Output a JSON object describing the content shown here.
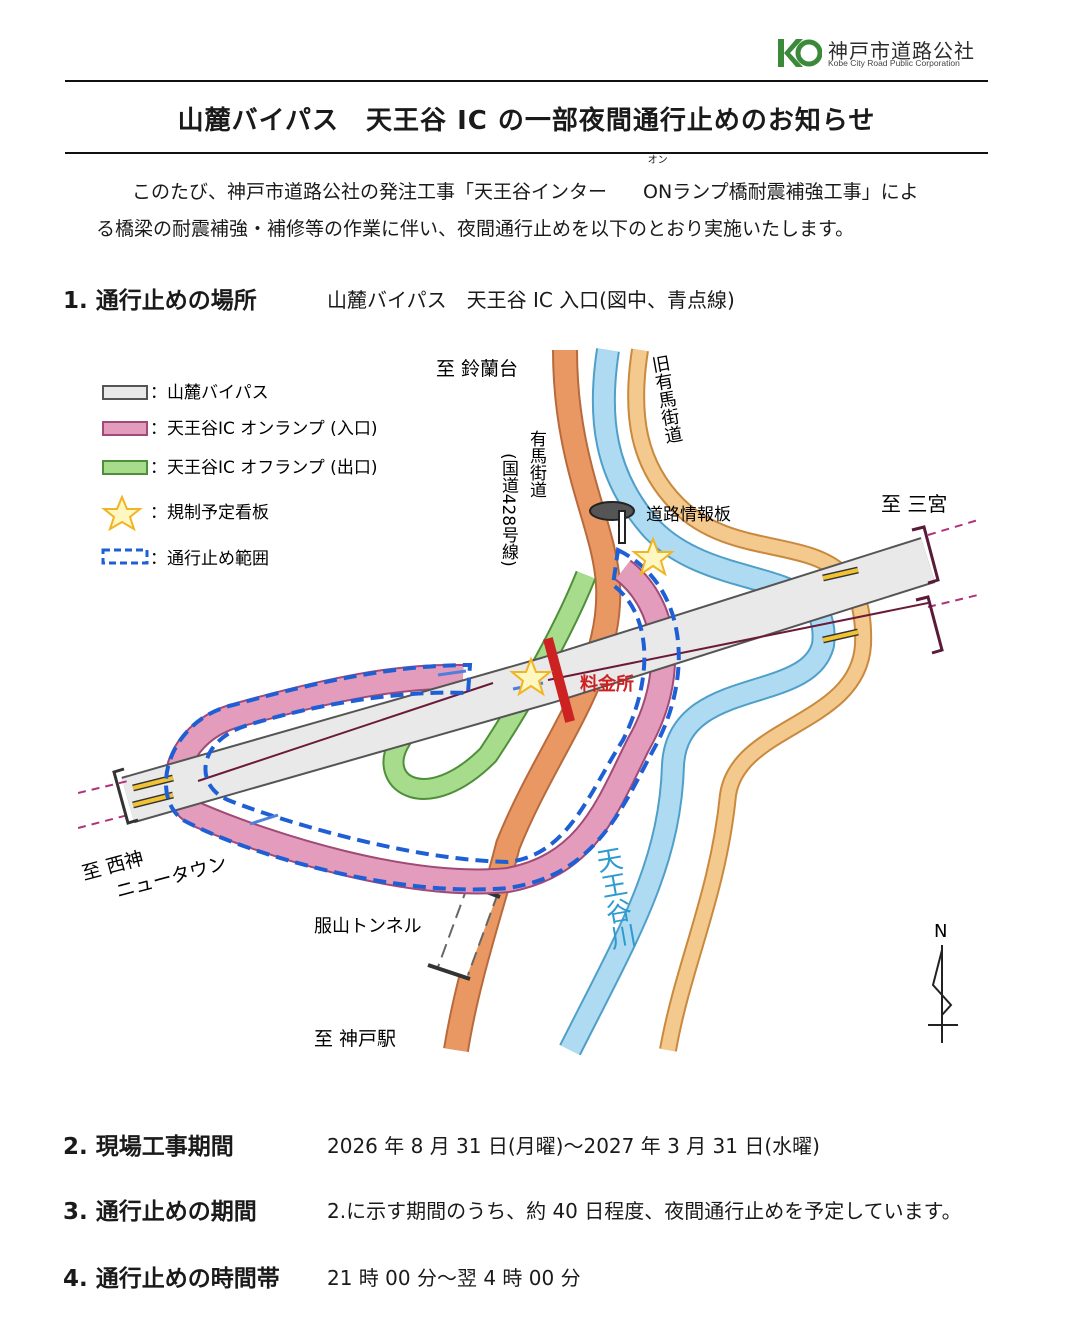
{
  "logo": {
    "name": "神戸市道路公社",
    "subtitle": "Kobe City Road Public Corporation",
    "brand_color": "#3a8a3a"
  },
  "title": "山麓バイパス　天王谷 IC の一部夜間通行止めのお知らせ",
  "intro": {
    "line1_before": "このたび、神戸市道路公社の発注工事「天王谷インター",
    "ruby_base": "ON",
    "ruby_text": "オン",
    "line1_after": "ランプ橋耐震補強工事」によ",
    "line2": "る橋梁の耐震補強・補修等の作業に伴い、夜間通行止めを以下のとおり実施いたします。"
  },
  "sections": [
    {
      "heading": "1. 通行止めの場所",
      "value": "山麓バイパス　天王谷 IC 入口(図中、青点線)"
    },
    {
      "heading": "2. 現場工事期間",
      "value": "2026 年 8 月 31 日(月曜)～2027 年 3 月 31 日(水曜)"
    },
    {
      "heading": "3. 通行止めの期間",
      "value": "2.に示す期間のうち、約 40 日程度、夜間通行止めを予定しています。"
    },
    {
      "heading": "4. 通行止めの時間帯",
      "value": "21 時 00 分～翌 4 時 00 分"
    }
  ],
  "map": {
    "legend": [
      {
        "label": "：山麓バイパス",
        "icon": "gray-road-swatch",
        "color": "#e9e9e9"
      },
      {
        "label": "：天王谷IC オンランプ (入口)",
        "icon": "pink-ramp-swatch",
        "color": "#e39cbb"
      },
      {
        "label": "：天王谷IC オフランプ (出口)",
        "icon": "green-ramp-swatch",
        "color": "#a7dc8c"
      },
      {
        "label": "：規制予定看板",
        "icon": "star-icon",
        "color": "#f1c232"
      },
      {
        "label": "：通行止め範囲",
        "icon": "blue-dashed-swatch",
        "color": "#1f5fd6"
      }
    ],
    "labels": {
      "to_suzurandai": "至 鈴蘭台",
      "to_sannomiya": "至 三宮",
      "to_nishishin": "至 西神",
      "new_town": "ニュータウン",
      "to_kobe_station": "至 神戸駅",
      "fukuyama_tunnel": "服山トンネル",
      "road_info_board": "道路情報板",
      "toll_booth": "料金所",
      "old_arima": "旧有馬街道",
      "arima_kaido": "有馬街道",
      "national_route": "(国道428号線)",
      "tennoudani_river": "天王谷川",
      "north": "N"
    },
    "colors": {
      "river": "#aedbf2",
      "old_road": "#f3c98d",
      "arima_road": "#e99863",
      "bypass": "#e9e9e9",
      "on_ramp": "#e39cbb",
      "off_ramp": "#a7dc8c",
      "closure": "#1f5fd6",
      "toll": "#cc2222",
      "arrow": "#f1c232"
    }
  }
}
